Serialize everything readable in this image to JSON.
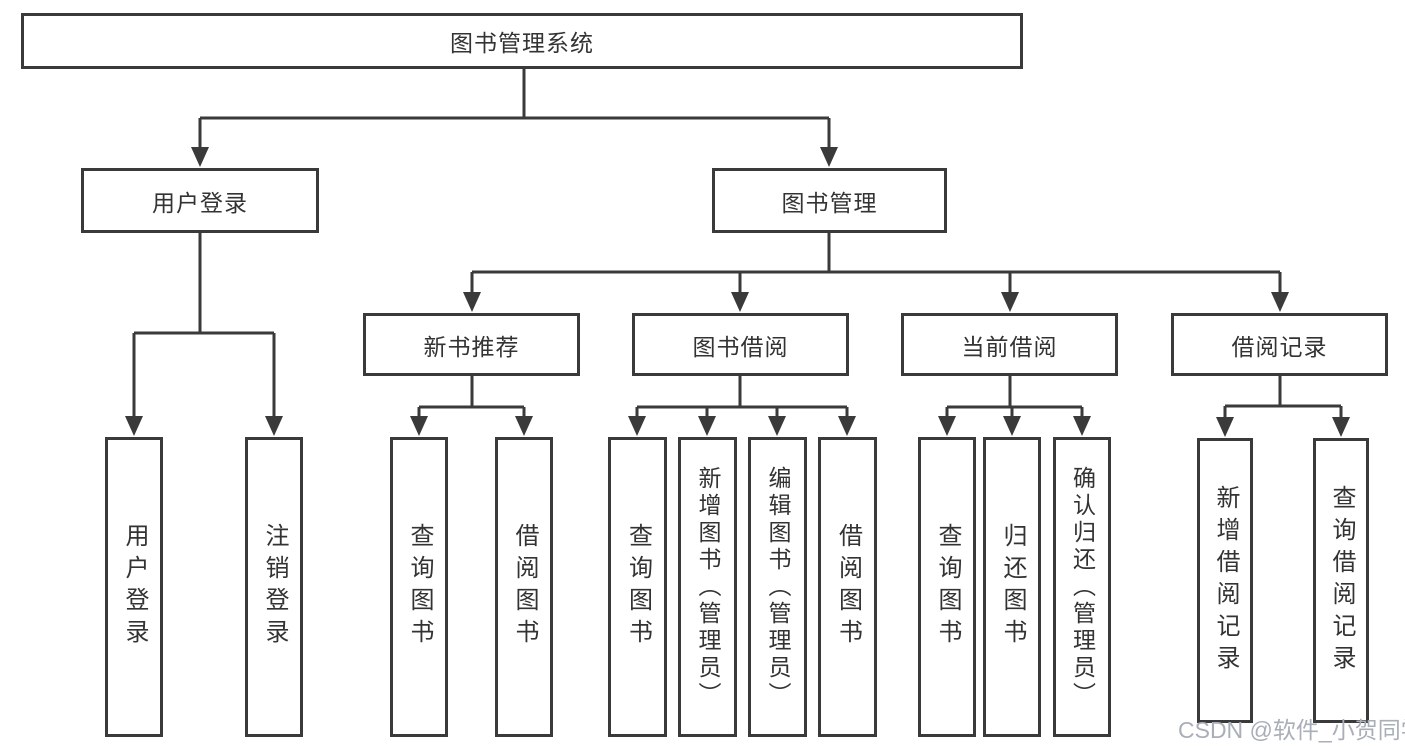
{
  "colors": {
    "line": "#3a3a3a",
    "text": "#333333",
    "watermark": "#a9aeb8",
    "background": "#ffffff"
  },
  "watermark": "CSDN @软件_小贺同学",
  "diagram": {
    "root": {
      "label": "图书管理系统"
    },
    "branches": [
      {
        "label": "用户登录",
        "children": [
          {
            "label": "用户登录"
          },
          {
            "label": "注销登录"
          }
        ]
      },
      {
        "label": "图书管理",
        "sections": [
          {
            "label": "新书推荐",
            "children": [
              {
                "label": "查询图书"
              },
              {
                "label": "借阅图书"
              }
            ]
          },
          {
            "label": "图书借阅",
            "children": [
              {
                "label": "查询图书"
              },
              {
                "label": "新增图书（管理员）"
              },
              {
                "label": "编辑图书（管理员）"
              },
              {
                "label": "借阅图书"
              }
            ]
          },
          {
            "label": "当前借阅",
            "children": [
              {
                "label": "查询图书"
              },
              {
                "label": "归还图书"
              },
              {
                "label": "确认归还（管理员）"
              }
            ]
          },
          {
            "label": "借阅记录",
            "children": [
              {
                "label": "新增借阅记录"
              },
              {
                "label": "查询借阅记录"
              }
            ]
          }
        ]
      }
    ]
  }
}
